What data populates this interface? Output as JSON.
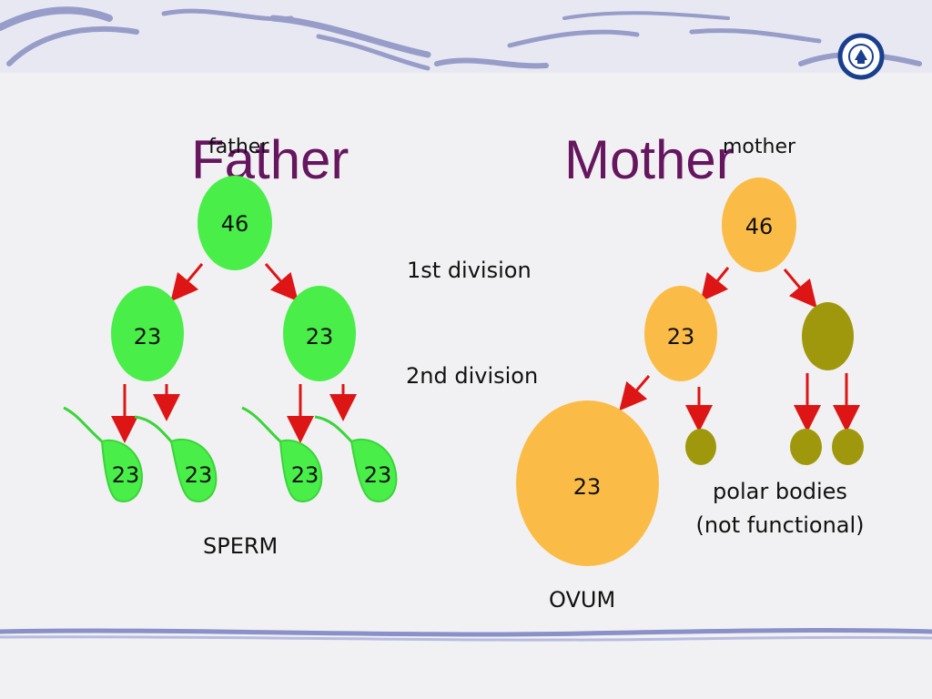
{
  "titles": {
    "father": "Father",
    "mother": "Mother"
  },
  "labels": {
    "father_small": "father",
    "mother_small": "mother",
    "first_division": "1st division",
    "second_division": "2nd division",
    "sperm": "SPERM",
    "ovum": "OVUM",
    "polar_line1": "polar bodies",
    "polar_line2": "(not functional)"
  },
  "father": {
    "parent_chromosomes": "46",
    "first_division_cells": [
      "23",
      "23"
    ],
    "sperm_cells": [
      "23",
      "23",
      "23",
      "23"
    ]
  },
  "mother": {
    "parent_chromosomes": "46",
    "first_division_cell": "23",
    "ovum_chromosomes": "23"
  },
  "colors": {
    "title": "#66155f",
    "sperm_green": "#49ee49",
    "mother_orange": "#fbbc47",
    "polar_olive": "#a0980c",
    "arrow_red": "#dd1515"
  }
}
